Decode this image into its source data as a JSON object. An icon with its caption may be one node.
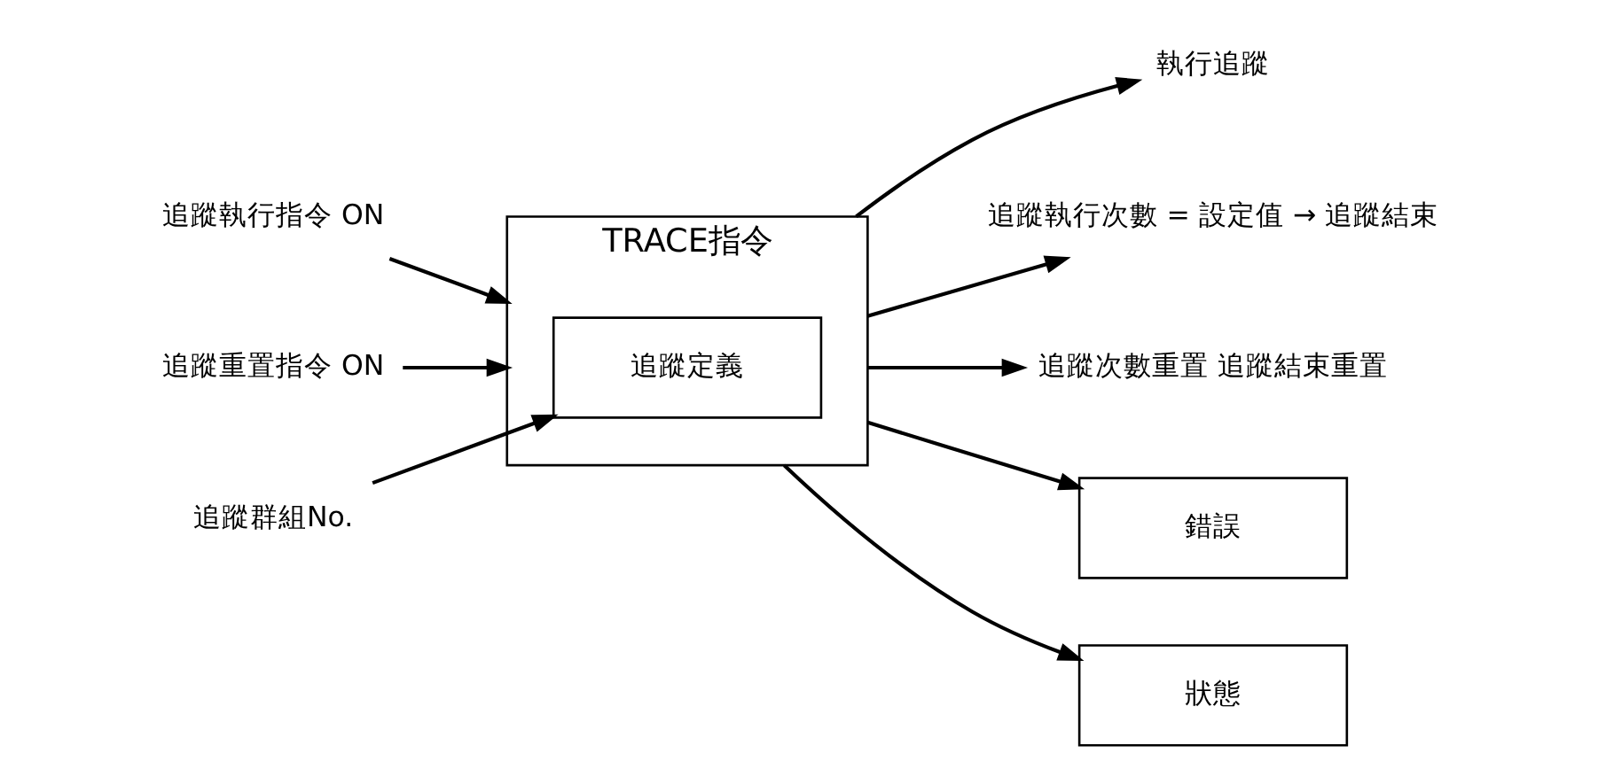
{
  "diagram": {
    "nodes": [
      {
        "text": [
          "TRACE指令"
        ]
      },
      {
        "text": [
          "追蹤定義"
        ],
        "in": 0
      },
      {
        "text": [
          "追蹤執行指令 ON"
        ]
      },
      {
        "text": [
          "追蹤重置指令 ON"
        ]
      },
      {
        "text": [
          "追蹤群組No."
        ]
      },
      {
        "text": [
          "執行追蹤"
        ]
      },
      {
        "text": [
          "追蹤執行次數 = 設定值 → 追蹤結束"
        ]
      },
      {
        "text": [
          "追蹤次數重置 追蹤結束重置"
        ]
      },
      {
        "text": [
          "錯誤"
        ]
      },
      {
        "text": [
          "狀態"
        ]
      }
    ],
    "edges": [
      {
        "from": 2,
        "to": 0,
        "arrow": "to"
      },
      {
        "from": 3,
        "to": 0,
        "arrow": "to"
      },
      {
        "from": 4,
        "to": 1,
        "arrow": "to"
      },
      {
        "from": 0,
        "to": 5,
        "arrow": "to"
      },
      {
        "from": 0,
        "to": 6,
        "arrow": "to"
      },
      {
        "from": 0,
        "to": 7,
        "arrow": "to"
      },
      {
        "from": 0,
        "to": 8,
        "arrow": "to"
      },
      {
        "from": 0,
        "to": 9,
        "arrow": "to"
      }
    ]
  }
}
